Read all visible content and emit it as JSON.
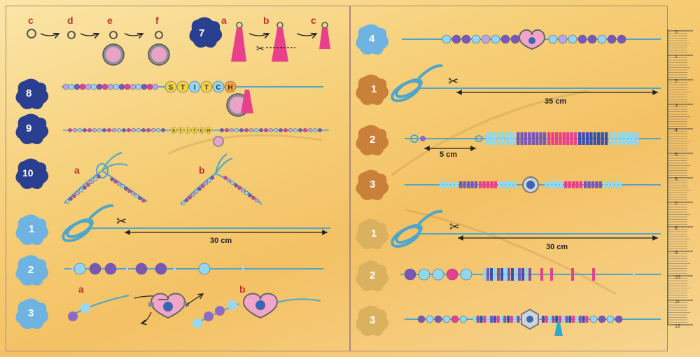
{
  "left_steps": [
    {
      "number": "8",
      "bead_text": "STITCH"
    },
    {
      "number": "9",
      "bead_text": "STITCH"
    },
    {
      "number": "10",
      "sub": [
        "a",
        "b"
      ]
    },
    {
      "number": "1",
      "length": "30 cm"
    },
    {
      "number": "2"
    },
    {
      "number": "3",
      "sub": [
        "a",
        "b"
      ]
    }
  ],
  "top_row": {
    "ring_labels": [
      "c",
      "d",
      "e",
      "f"
    ],
    "step_number": "7",
    "tassel_labels": [
      "a",
      "b",
      "c"
    ]
  },
  "right_steps": [
    {
      "number": "4"
    },
    {
      "number": "1",
      "length": "35 cm"
    },
    {
      "number": "2",
      "length": "5 cm"
    },
    {
      "number": "3"
    },
    {
      "number": "1",
      "length": "30 cm"
    },
    {
      "number": "2"
    },
    {
      "number": "3"
    }
  ],
  "ruler": {
    "labels": [
      "0",
      "1",
      "2",
      "3",
      "4",
      "5",
      "6",
      "7",
      "8",
      "9",
      "10",
      "11",
      "12"
    ]
  },
  "colors": {
    "navy_flower": "#2a3f8f",
    "light_flower": "#6fb3e3",
    "orange_flower": "#c9813a",
    "gold_flower": "#d9b15f",
    "cord": "#4ea6c9",
    "pink": "#e8408a",
    "purple": "#7a57b7",
    "aqua": "#8fd8ef"
  }
}
